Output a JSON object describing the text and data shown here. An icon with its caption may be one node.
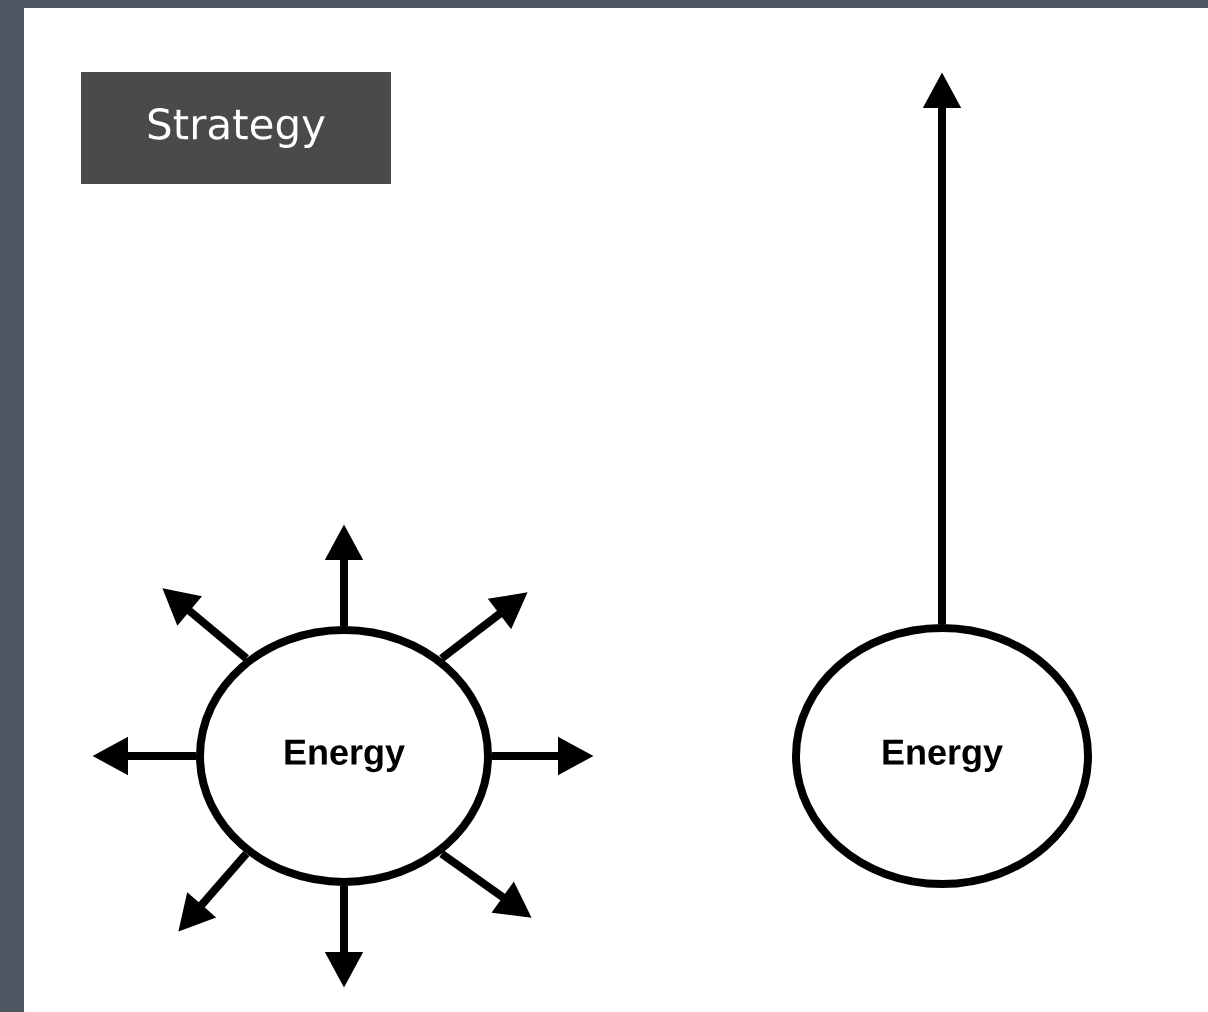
{
  "diagram": {
    "nodes": [
      {
        "text": [
          "Strategy"
        ]
      },
      {
        "text": [
          "Energy"
        ]
      },
      {
        "text": [
          "Energy"
        ]
      }
    ],
    "edges": [
      {
        "from": 1,
        "to": null,
        "arrow": "to"
      },
      {
        "from": 1,
        "to": null,
        "arrow": "to"
      },
      {
        "from": 1,
        "to": null,
        "arrow": "to"
      },
      {
        "from": 1,
        "to": null,
        "arrow": "to"
      },
      {
        "from": 1,
        "to": null,
        "arrow": "to"
      },
      {
        "from": 1,
        "to": null,
        "arrow": "to"
      },
      {
        "from": 1,
        "to": null,
        "arrow": "to"
      },
      {
        "from": 1,
        "to": null,
        "arrow": "to"
      },
      {
        "from": 2,
        "to": null,
        "arrow": "to"
      }
    ]
  }
}
